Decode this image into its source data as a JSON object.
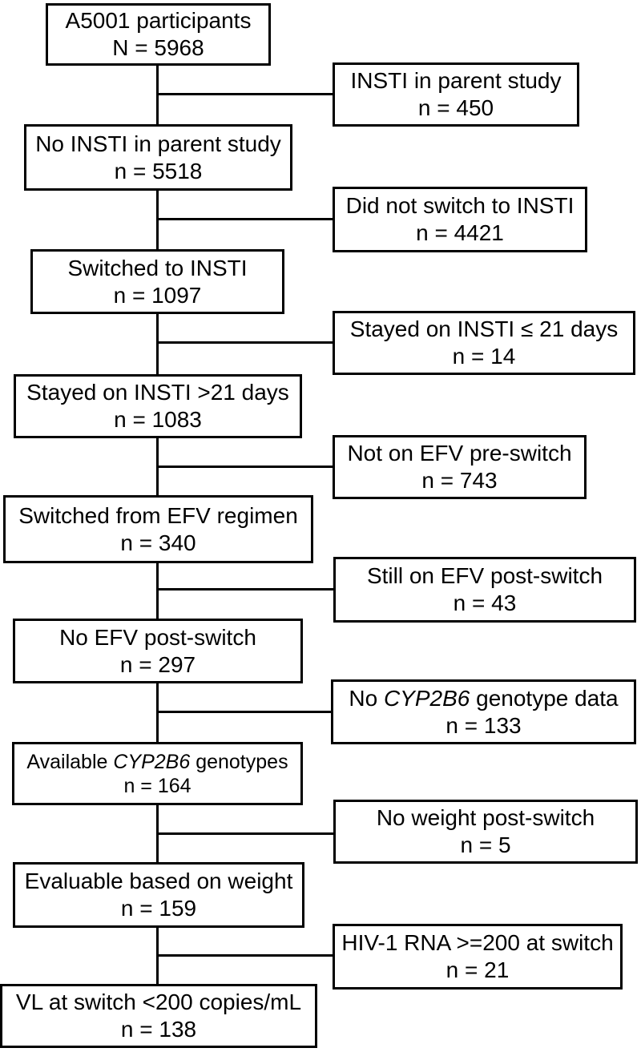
{
  "figure": {
    "background_color": "#ffffff",
    "line_color": "#000000",
    "description": "Participant flow diagram"
  },
  "flow": {
    "main_boxes": [
      {
        "label_pre": "A5001 participants",
        "label_italic": "",
        "label_post": "",
        "n": "N = 5968"
      },
      {
        "label_pre": "No INSTI in parent study",
        "label_italic": "",
        "label_post": "",
        "n": "n = 5518"
      },
      {
        "label_pre": "Switched to INSTI",
        "label_italic": "",
        "label_post": "",
        "n": "n = 1097"
      },
      {
        "label_pre": "Stayed on INSTI >21 days",
        "label_italic": "",
        "label_post": "",
        "n": "n = 1083"
      },
      {
        "label_pre": "Switched from EFV regimen",
        "label_italic": "",
        "label_post": "",
        "n": "n = 340"
      },
      {
        "label_pre": "No EFV post-switch",
        "label_italic": "",
        "label_post": "",
        "n": "n = 297"
      },
      {
        "label_pre": "Available ",
        "label_italic": "CYP2B6",
        "label_post": " genotypes",
        "n": "n = 164"
      },
      {
        "label_pre": "Evaluable based on weight",
        "label_italic": "",
        "label_post": "",
        "n": "n = 159"
      },
      {
        "label_pre": "VL at switch <200 copies/mL",
        "label_italic": "",
        "label_post": "",
        "n": "n = 138"
      }
    ],
    "exclusion_boxes": [
      {
        "label_pre": "INSTI in parent study",
        "label_italic": "",
        "label_post": "",
        "n": "n = 450"
      },
      {
        "label_pre": "Did not switch to INSTI",
        "label_italic": "",
        "label_post": "",
        "n": "n = 4421"
      },
      {
        "label_pre": "Stayed on INSTI ≤ 21 days",
        "label_italic": "",
        "label_post": "",
        "n": "n = 14"
      },
      {
        "label_pre": "Not on EFV pre-switch",
        "label_italic": "",
        "label_post": "",
        "n": "n = 743"
      },
      {
        "label_pre": "Still on EFV post-switch",
        "label_italic": "",
        "label_post": "",
        "n": "n = 43"
      },
      {
        "label_pre": "No ",
        "label_italic": "CYP2B6",
        "label_post": " genotype data",
        "n": "n = 133"
      },
      {
        "label_pre": "No weight post-switch",
        "label_italic": "",
        "label_post": "",
        "n": "n = 5"
      },
      {
        "label_pre": "HIV-1 RNA >=200 at switch",
        "label_italic": "",
        "label_post": "",
        "n": "n = 21"
      }
    ]
  }
}
